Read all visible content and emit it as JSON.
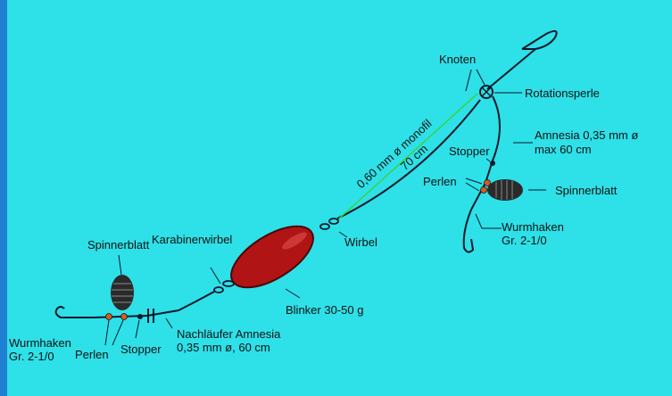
{
  "colors": {
    "background": "#2ee0e8",
    "edge": "#1f7fd0",
    "line": "#0b1a2a",
    "mono_line": "#3bd42a",
    "lure_body": "#b01414",
    "bead": "#d85a1a",
    "blade": "#2a2a2a"
  },
  "labels": {
    "knoten": "Knoten",
    "rotationsperle": "Rotationsperle",
    "amnesia_top_1": "Amnesia 0,35 mm ø",
    "amnesia_top_2": "max 60 cm",
    "mono_1": "0,60 mm ø monofil",
    "mono_2": "70 cm",
    "stopper_right": "Stopper",
    "perlen_right": "Perlen",
    "spinnerblatt_right": "Spinnerblatt",
    "wurmhaken_right_1": "Wurmhaken",
    "wurmhaken_right_2": "Gr. 2-1/0",
    "wirbel": "Wirbel",
    "karabinerwirbel": "Karabinerwirbel",
    "blinker": "Blinker 30-50 g",
    "spinnerblatt_left": "Spinnerblatt",
    "wurmhaken_left_1": "Wurmhaken",
    "wurmhaken_left_2": "Gr. 2-1/0",
    "perlen_left": "Perlen",
    "stopper_left": "Stopper",
    "nachlaeufer_1": "Nachläufer Amnesia",
    "nachlaeufer_2": "0,35 mm ø, 60 cm"
  }
}
